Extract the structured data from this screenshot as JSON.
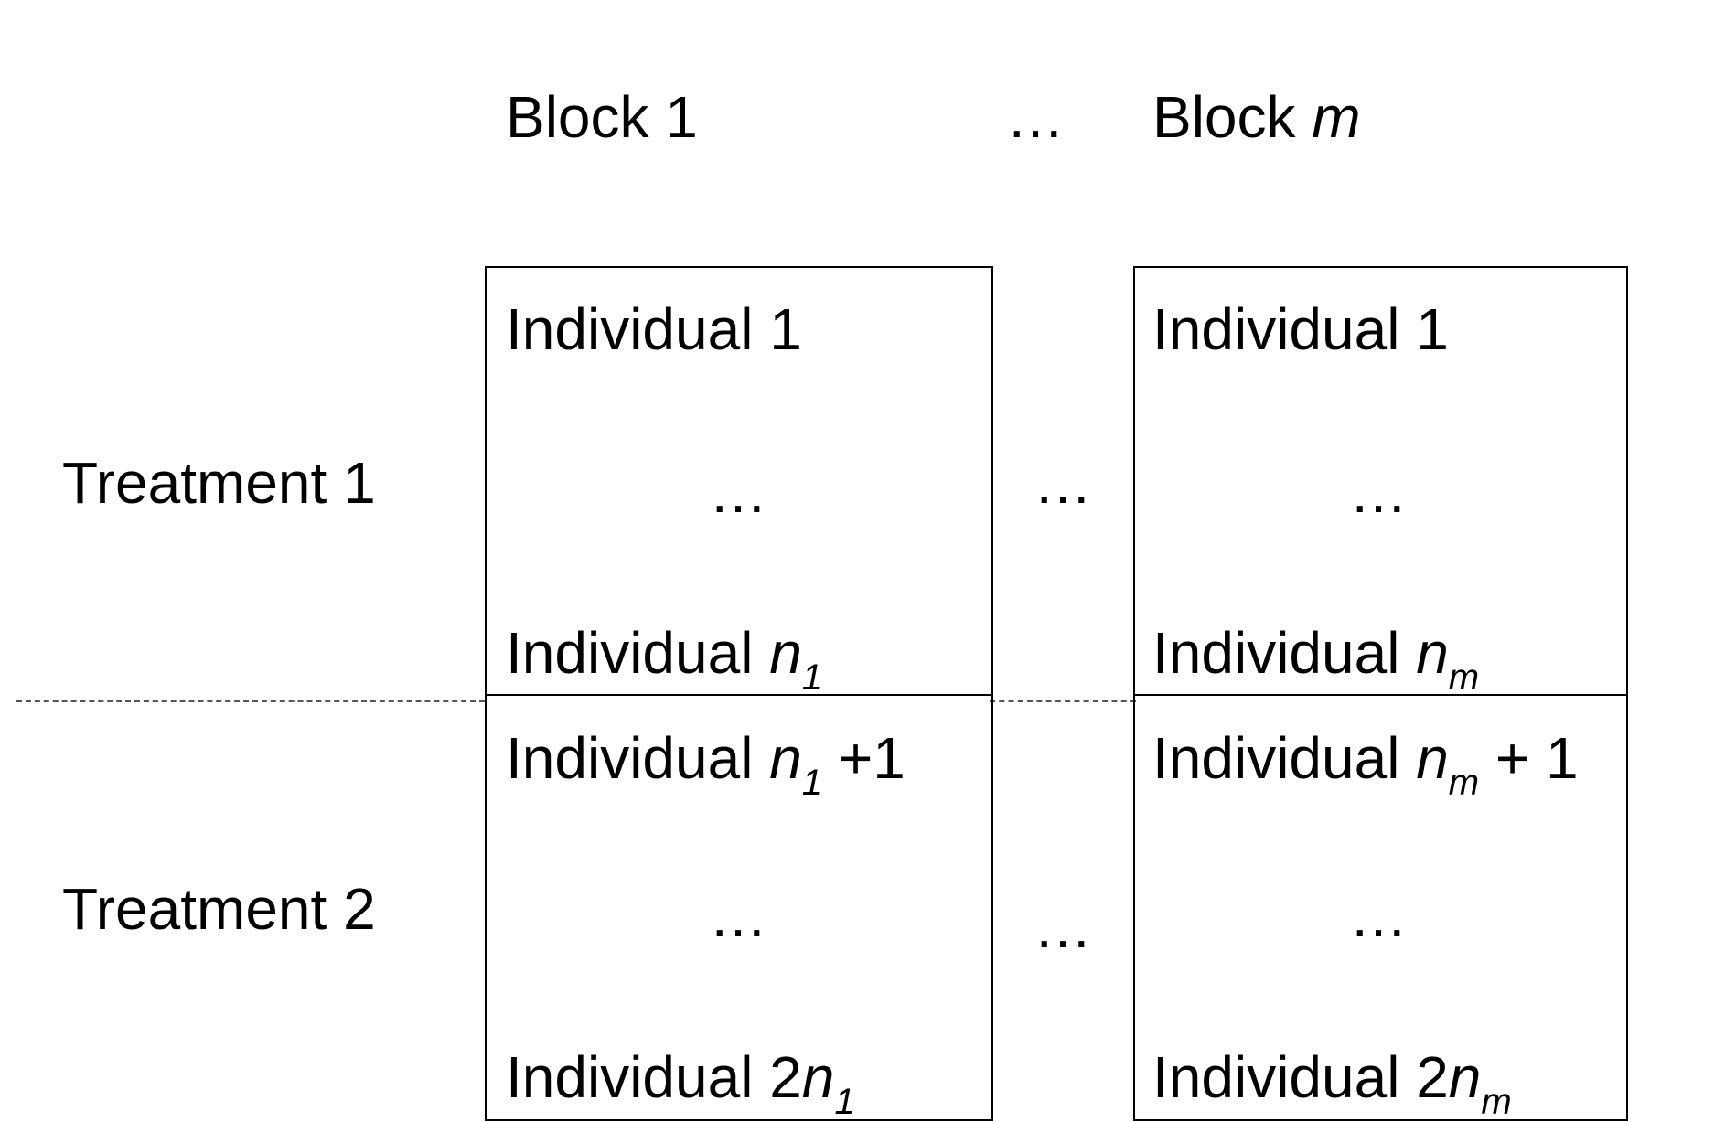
{
  "header": {
    "block_first": "Block 1",
    "block_ellipsis": "…",
    "block_last_prefix": "Block ",
    "block_last_var": "m"
  },
  "rows": {
    "treatment_1": "Treatment 1",
    "treatment_2": "Treatment 2"
  },
  "block_1": {
    "t1_first": "Individual 1",
    "t1_ellipsis": "…",
    "t1_last_prefix": "Individual ",
    "t1_last_var": "n",
    "t1_last_sub": "1",
    "t2_first_prefix": "Individual ",
    "t2_first_var": "n",
    "t2_first_sub": "1",
    "t2_first_suffix": " +1",
    "t2_ellipsis": "…",
    "t2_last_prefix": "Individual 2",
    "t2_last_var": "n",
    "t2_last_sub": "1"
  },
  "block_m": {
    "t1_first": "Individual 1",
    "t1_ellipsis": "…",
    "t1_last_prefix": "Individual ",
    "t1_last_var": "n",
    "t1_last_sub": "m",
    "t2_first_prefix": "Individual ",
    "t2_first_var": "n",
    "t2_first_sub": "m",
    "t2_first_suffix": " + 1",
    "t2_ellipsis": "…",
    "t2_last_prefix": "Individual 2",
    "t2_last_var": "n",
    "t2_last_sub": "m"
  },
  "between_blocks": {
    "t1_ellipsis": "…",
    "t2_ellipsis": "…"
  }
}
